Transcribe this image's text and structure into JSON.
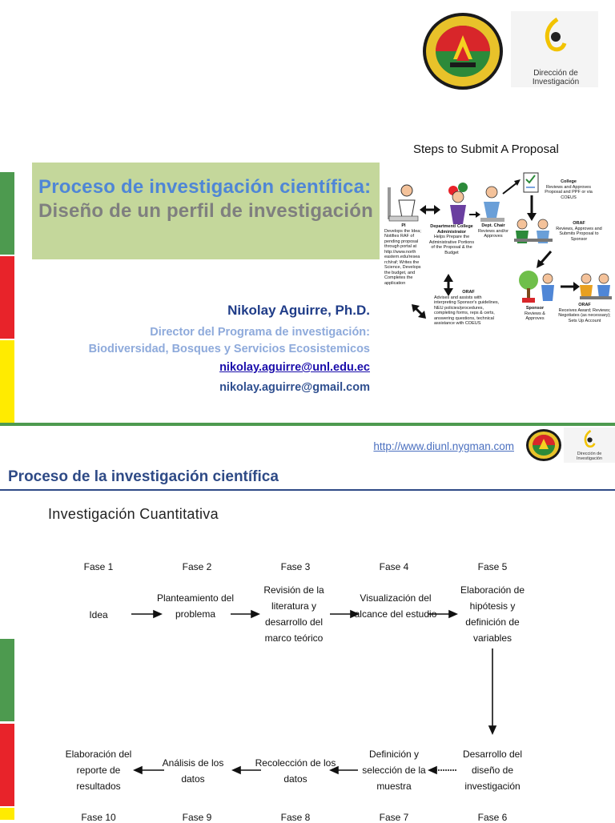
{
  "slide1": {
    "title_part1": "Proceso de investigación científica:",
    "title_part2": "Diseño de un perfil de investigación",
    "author": "Nikolay Aguirre, Ph.D.",
    "role_line1": "Director del Programa de investigación:",
    "role_line2": "Biodiversidad, Bosques y Servicios Ecosistemicos",
    "email1": "nikolay.aguirre@unl.edu.ec",
    "email2": "nikolay.aguirre@gmail.com",
    "logo_direccion": "Dirección de Investigación",
    "diagram": {
      "title": "Steps to Submit A Proposal",
      "pi_label": "PI",
      "pi_text": "Develops the Idea; Notifies RAF of pending proposal through portal at http://www.north eastern.edu/resea rch/raf; Writes the Science, Develops the budget, and Completes the application",
      "dept_admin_label": "Department/ College Administrator",
      "dept_admin_text": "Helps Prepare the Administrative Portions of the Proposal & the Budget",
      "dept_chair_label": "Dept. Chair",
      "dept_chair_text": "Reviews and/or Approves",
      "college_label": "College",
      "college_text": "Reviews and Approves Proposal and PPF or via COEUS",
      "oraf1_label": "ORAF",
      "oraf1_text": "Reviews, Approves and Submits Proposal to Sponsor",
      "oraf2_label": "ORAF",
      "oraf2_text": "Advises and assists with interpreting Sponsor's guidelines, NEU policies/procedures, completing forms, reps & certs, answering questions, technical assistance with COEUS",
      "sponsor_label": "Sponsor",
      "sponsor_text": "Reviews & Approves",
      "oraf3_label": "ORAF",
      "oraf3_text": "Receives Award; Reviews; Negotiates (as necessary); Sets Up Account"
    }
  },
  "slide2": {
    "url": "http://www.diunl.nygman.com",
    "logo_direccion": "Dirección de Investigación",
    "section_title": "Proceso de la investigación científica",
    "subtitle": "Investigación Cuantitativa",
    "phases_top": [
      {
        "fase": "Fase 1",
        "label": "Idea"
      },
      {
        "fase": "Fase 2",
        "label": "Planteamiento del problema"
      },
      {
        "fase": "Fase 3",
        "label": "Revisión de la literatura y desarrollo del marco teórico"
      },
      {
        "fase": "Fase 4",
        "label": "Visualización del alcance del estudio"
      },
      {
        "fase": "Fase 5",
        "label": "Elaboración de hipótesis y definición de variables"
      }
    ],
    "phases_bottom": [
      {
        "fase": "Fase 10",
        "label": "Elaboración del reporte de resultados"
      },
      {
        "fase": "Fase 9",
        "label": "Análisis de los datos"
      },
      {
        "fase": "Fase 8",
        "label": "Recolección de los datos"
      },
      {
        "fase": "Fase 7",
        "label": "Definición y selección de la muestra"
      },
      {
        "fase": "Fase 6",
        "label": "Desarrollo del diseño de investigación"
      }
    ]
  },
  "colors": {
    "green": "#4d9a4f",
    "red": "#e8232a",
    "yellow": "#ffeb00",
    "title_blue": "#4f86d6",
    "title_gray": "#7f7f7f",
    "title_bg": "#c4d79b"
  }
}
